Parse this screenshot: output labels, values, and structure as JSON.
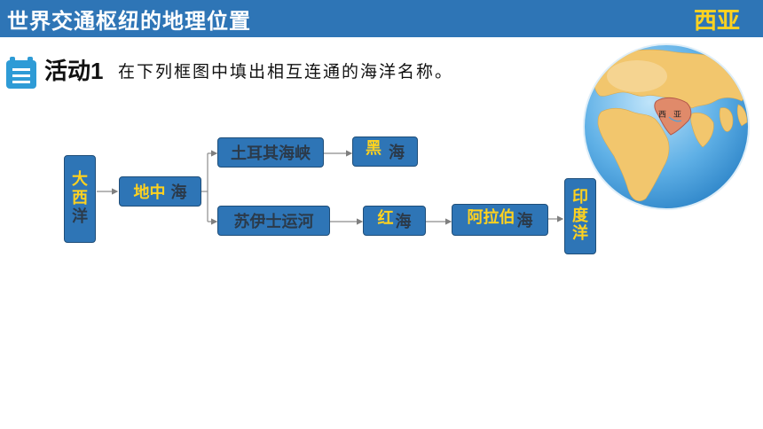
{
  "header": {
    "title": "世界交通枢纽的地理位置",
    "region": "西亚"
  },
  "activity": {
    "title": "活动1",
    "instruction": "在下列框图中填出相互连通的海洋名称。"
  },
  "flow": {
    "atlantic": [
      "大",
      "西",
      "洋"
    ],
    "mediterranean": {
      "answer": "地中",
      "suffix": "海"
    },
    "turkish_straits": "土耳其海峡",
    "black_sea": {
      "answer": "黑",
      "suffix": "海"
    },
    "suez_canal": "苏伊士运河",
    "red_sea": {
      "answer": "红",
      "suffix": "海"
    },
    "arabian_sea": {
      "answer": "阿拉伯",
      "suffix": "海"
    },
    "indian_ocean": [
      "印",
      "度",
      "洋"
    ]
  },
  "globe": {
    "label_1": "西",
    "label_2": "亚"
  },
  "colors": {
    "banner": "#2e75b6",
    "answer": "#ffd21f",
    "ocean": "#4aa3df",
    "land": "#f2c66d",
    "highlight": "#e08a6a"
  },
  "icons": {
    "activity": "list-icon"
  }
}
